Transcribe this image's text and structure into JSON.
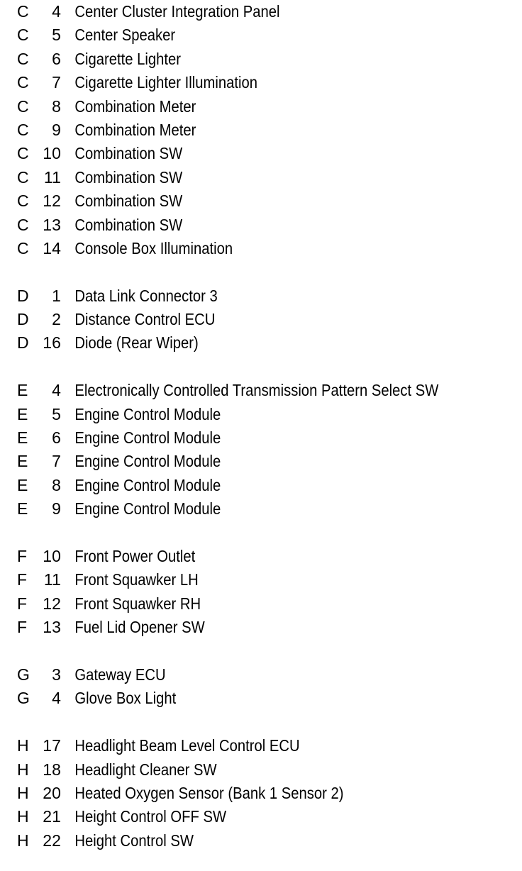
{
  "page": {
    "type": "component-index-list",
    "background_color": "#ffffff",
    "text_color": "#000000",
    "columns": [
      "letter",
      "number",
      "name"
    ]
  },
  "groups": [
    {
      "letter": "C",
      "rows": [
        {
          "letter": "C",
          "number": "4",
          "name": "Center Cluster Integration Panel"
        },
        {
          "letter": "C",
          "number": "5",
          "name": "Center Speaker"
        },
        {
          "letter": "C",
          "number": "6",
          "name": "Cigarette Lighter"
        },
        {
          "letter": "C",
          "number": "7",
          "name": "Cigarette Lighter Illumination"
        },
        {
          "letter": "C",
          "number": "8",
          "name": "Combination Meter"
        },
        {
          "letter": "C",
          "number": "9",
          "name": "Combination Meter"
        },
        {
          "letter": "C",
          "number": "10",
          "name": "Combination SW"
        },
        {
          "letter": "C",
          "number": "11",
          "name": "Combination SW"
        },
        {
          "letter": "C",
          "number": "12",
          "name": "Combination SW"
        },
        {
          "letter": "C",
          "number": "13",
          "name": "Combination SW"
        },
        {
          "letter": "C",
          "number": "14",
          "name": "Console Box Illumination"
        }
      ]
    },
    {
      "letter": "D",
      "rows": [
        {
          "letter": "D",
          "number": "1",
          "name": "Data Link Connector 3"
        },
        {
          "letter": "D",
          "number": "2",
          "name": "Distance Control ECU"
        },
        {
          "letter": "D",
          "number": "16",
          "name": "Diode (Rear Wiper)"
        }
      ]
    },
    {
      "letter": "E",
      "rows": [
        {
          "letter": "E",
          "number": "4",
          "name": "Electronically Controlled Transmission Pattern Select SW"
        },
        {
          "letter": "E",
          "number": "5",
          "name": "Engine Control Module"
        },
        {
          "letter": "E",
          "number": "6",
          "name": "Engine Control Module"
        },
        {
          "letter": "E",
          "number": "7",
          "name": "Engine Control Module"
        },
        {
          "letter": "E",
          "number": "8",
          "name": "Engine Control Module"
        },
        {
          "letter": "E",
          "number": "9",
          "name": "Engine Control Module"
        }
      ]
    },
    {
      "letter": "F",
      "rows": [
        {
          "letter": "F",
          "number": "10",
          "name": "Front Power Outlet"
        },
        {
          "letter": "F",
          "number": "11",
          "name": "Front Squawker LH"
        },
        {
          "letter": "F",
          "number": "12",
          "name": "Front Squawker RH"
        },
        {
          "letter": "F",
          "number": "13",
          "name": "Fuel Lid Opener SW"
        }
      ]
    },
    {
      "letter": "G",
      "rows": [
        {
          "letter": "G",
          "number": "3",
          "name": "Gateway ECU"
        },
        {
          "letter": "G",
          "number": "4",
          "name": "Glove Box Light"
        }
      ]
    },
    {
      "letter": "H",
      "rows": [
        {
          "letter": "H",
          "number": "17",
          "name": "Headlight Beam Level Control ECU"
        },
        {
          "letter": "H",
          "number": "18",
          "name": "Headlight Cleaner SW"
        },
        {
          "letter": "H",
          "number": "20",
          "name": "Heated Oxygen Sensor (Bank 1 Sensor 2)"
        },
        {
          "letter": "H",
          "number": "21",
          "name": "Height Control OFF SW"
        },
        {
          "letter": "H",
          "number": "22",
          "name": "Height Control SW"
        }
      ]
    }
  ]
}
